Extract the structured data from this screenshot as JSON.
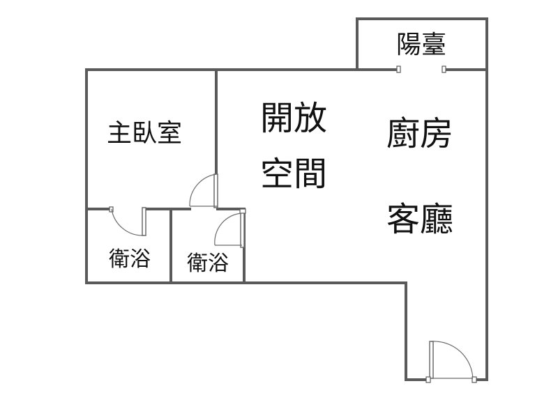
{
  "rooms": {
    "balcony": "陽臺",
    "master_bedroom": "主臥室",
    "open_space_line1": "開放",
    "open_space_line2": "空間",
    "kitchen": "廚房",
    "living_room": "客廳",
    "bathroom_1": "衛浴",
    "bathroom_2": "衛浴"
  },
  "colors": {
    "wall": "#5a5a5a",
    "text": "#111111",
    "background": "#ffffff"
  }
}
